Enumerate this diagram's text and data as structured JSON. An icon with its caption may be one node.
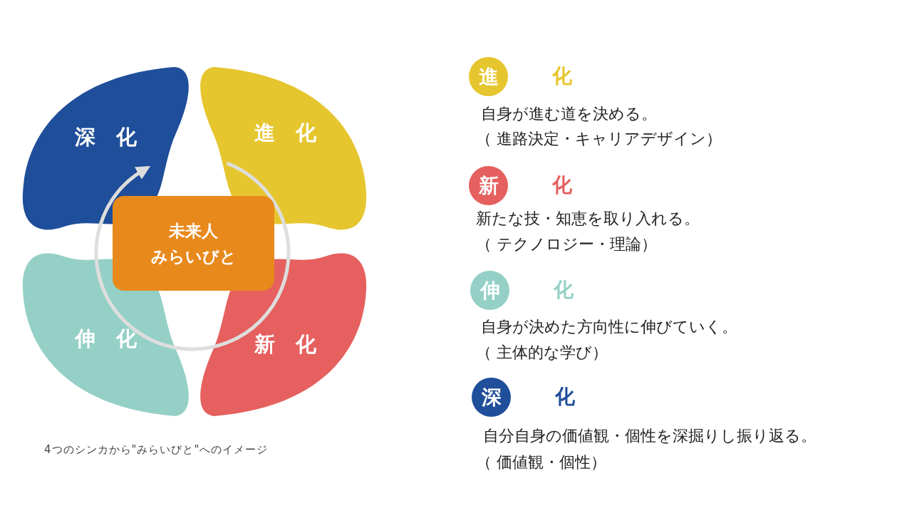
{
  "diagram": {
    "caption": "4つのシンカから\"みらいびと\"へのイメージ",
    "nodes": [
      {
        "text": [
          "深　化"
        ]
      },
      {
        "text": [
          "進　化"
        ]
      },
      {
        "text": [
          "伸　化"
        ]
      },
      {
        "text": [
          "新　化"
        ]
      },
      {
        "text": [
          "未来人",
          "みらいびと"
        ]
      },
      {
        "text": [
          "進"
        ],
        "beside": [
          "化",
          "自身が進む道を決める。",
          "（ 進路決定・キャリアデザイン）"
        ]
      },
      {
        "text": [
          "新"
        ],
        "beside": [
          "化",
          "新たな技・知恵を取り入れる。",
          "（ テクノロジー・理論）"
        ]
      },
      {
        "text": [
          "伸"
        ],
        "beside": [
          "化",
          "自身が決めた方向性に伸びていく。",
          "（ 主体的な学び）"
        ]
      },
      {
        "text": [
          "深"
        ],
        "beside": [
          "化",
          "自分自身の価値観・個性を深掘りし振り返る。",
          "（ 価値観・個性）"
        ]
      }
    ],
    "edges": [
      {
        "from": 1,
        "to": 3,
        "arrow": "none"
      },
      {
        "from": 3,
        "to": 2,
        "arrow": "none"
      },
      {
        "from": 2,
        "to": 0,
        "arrow": "to"
      }
    ]
  }
}
